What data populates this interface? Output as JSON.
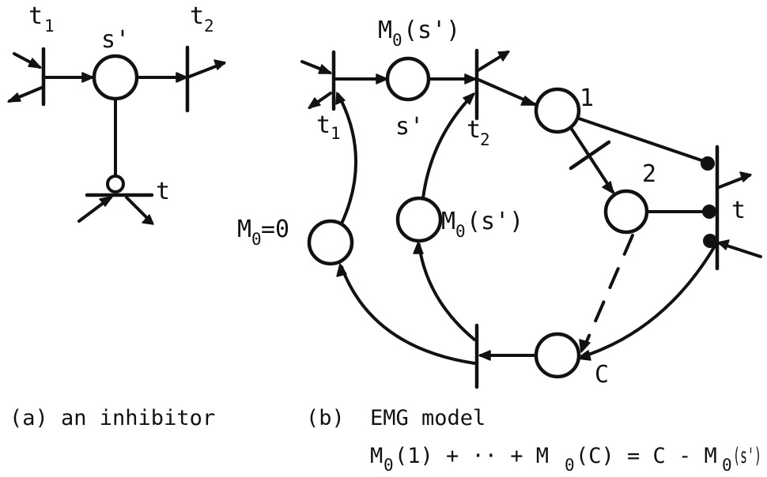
{
  "panel_a": {
    "caption": "(a) an inhibitor",
    "t1": "t",
    "t1_sub": "1",
    "t2": "t",
    "t2_sub": "2",
    "s_prime": "s'",
    "t": "t"
  },
  "panel_b": {
    "caption": "(b)",
    "caption_text": "EMG model",
    "top_label": "M",
    "top_label_sub": "0",
    "top_label_arg": "(s')",
    "t1": "t",
    "t1_sub": "1",
    "t2": "t",
    "t2_sub": "2",
    "s_prime": "s'",
    "place_1": "1",
    "place_2": "2",
    "t": "t",
    "c": "C",
    "m0_zero": "M",
    "m0_zero_sub": "0",
    "m0_zero_val": "=0",
    "m0_mid": "M",
    "m0_mid_sub": "0",
    "m0_mid_arg": "(s')",
    "equation": {
      "p1": "M",
      "s1": "0",
      "p2": "(1) + ·· + M",
      "s2": "0",
      "p3": "(C) = C - M",
      "s3": "0",
      "p4": "(s')"
    }
  }
}
